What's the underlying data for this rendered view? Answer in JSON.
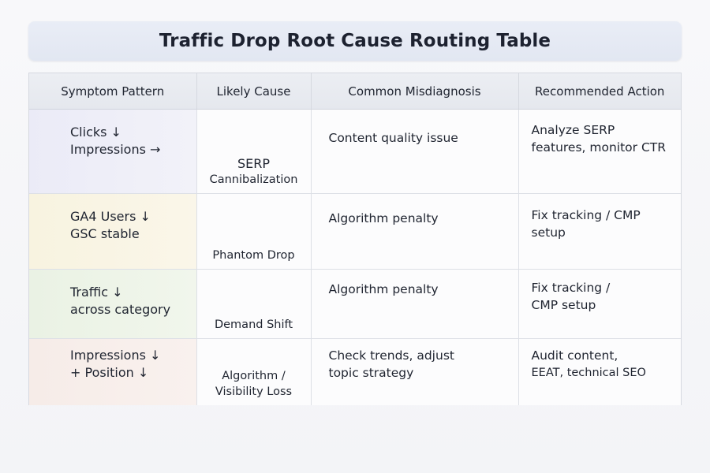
{
  "title": "Traffic Drop Root Cause Routing Table",
  "table": {
    "headers": [
      "Symptom Pattern",
      "Likely Cause",
      "Common Misdiagnosis",
      "Recommended Action"
    ],
    "rows": [
      {
        "symptom": [
          "Clicks ↓",
          "Impressions →"
        ],
        "cause": [
          "SERP",
          "Cannibalization"
        ],
        "misdiagnosis": [
          "Content quality issue"
        ],
        "action": [
          "Analyze SERP",
          "features, monitor CTR"
        ]
      },
      {
        "symptom": [
          "GA4 Users ↓",
          "GSC stable"
        ],
        "cause": [
          "Phantom Drop"
        ],
        "misdiagnosis": [
          "Algorithm penalty"
        ],
        "action": [
          "Fix tracking / CMP",
          "setup"
        ]
      },
      {
        "symptom": [
          "Traffic ↓",
          "across category"
        ],
        "cause": [
          "Demand Shift"
        ],
        "misdiagnosis": [
          "Algorithm penalty"
        ],
        "action": [
          "Fix tracking /",
          "CMP setup"
        ]
      },
      {
        "symptom": [
          "Impressions ↓",
          "+ Position ↓"
        ],
        "cause": [
          "Algorithm /",
          "Visibility Loss"
        ],
        "misdiagnosis": [
          "Check trends, adjust",
          "topic strategy"
        ],
        "action": [
          "Audit content,",
          "EEAT, technical SEO"
        ]
      }
    ]
  }
}
